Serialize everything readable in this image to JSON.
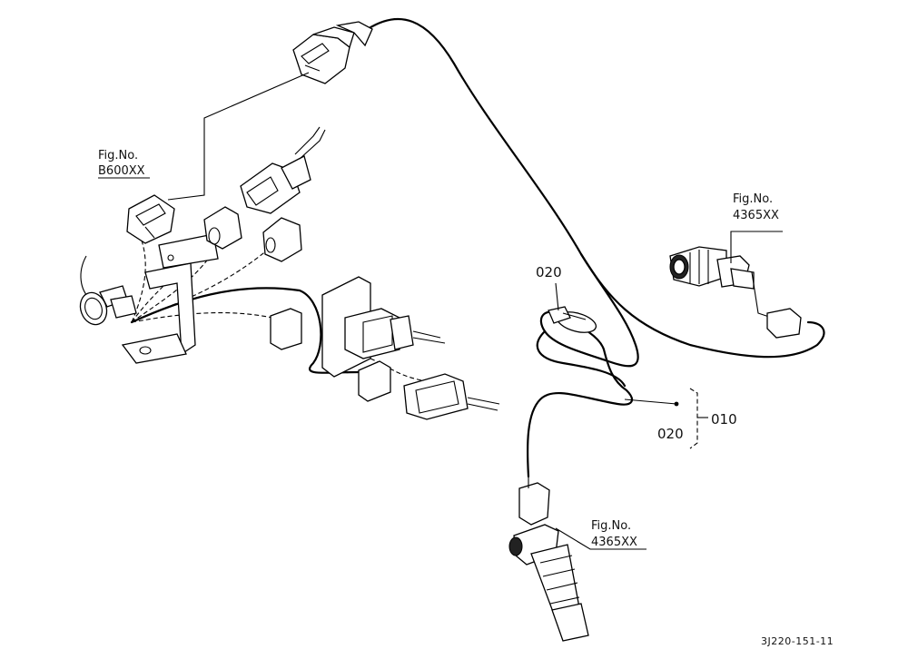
{
  "labels": {
    "fig_b600_title": "Fig.No.",
    "fig_b600_code": "B600XX",
    "fig_4365_top_title": "Fig.No.",
    "fig_4365_top_code": "4365XX",
    "fig_4365_bottom_title": "Fig.No.",
    "fig_4365_bottom_code": "4365XX",
    "part_020_upper": "020",
    "part_020_lower": "020",
    "part_010": "010",
    "drawing_code": "3J220-151-11"
  }
}
